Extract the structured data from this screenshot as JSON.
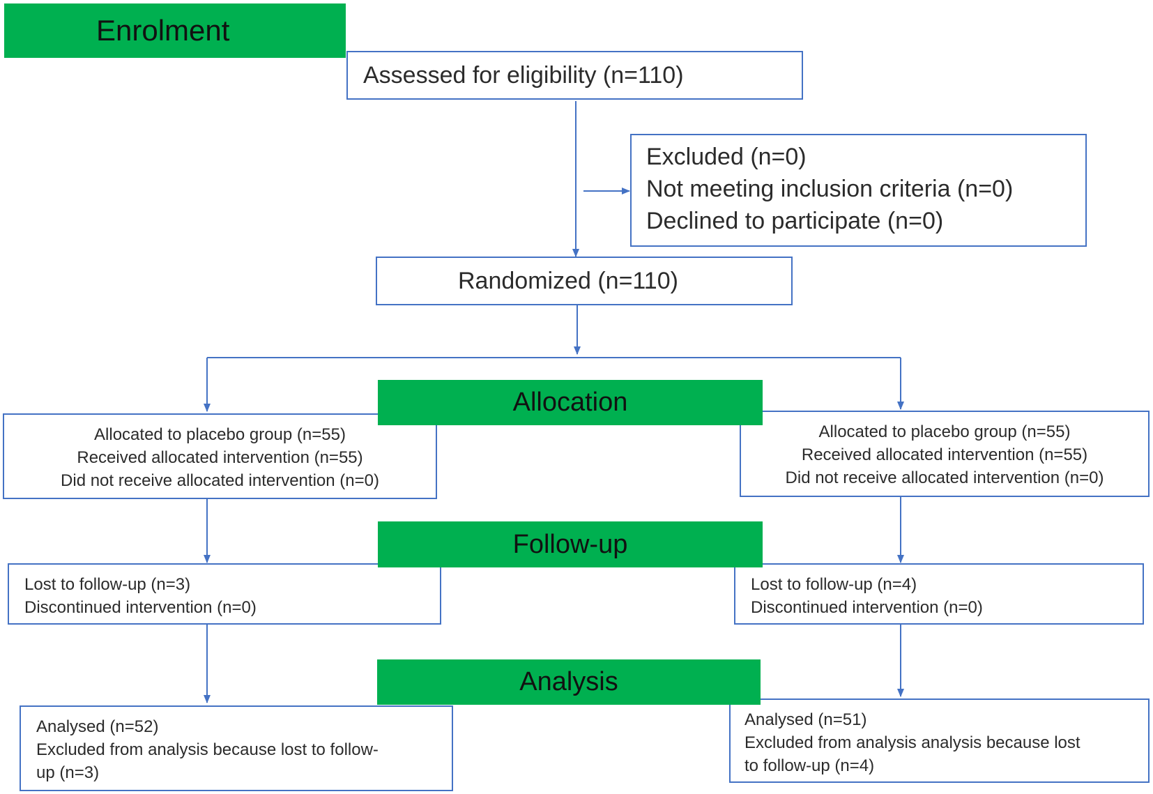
{
  "colors": {
    "band": "#00b050",
    "border": "#4472c4",
    "arrow": "#4472c4"
  },
  "stages": {
    "enrolment": "Enrolment",
    "allocation": "Allocation",
    "follow_up": "Follow-up",
    "analysis": "Analysis"
  },
  "assessed": "Assessed for eligibility (n=110)",
  "excluded": {
    "line1": "Excluded (n=0)",
    "line2": "Not meeting inclusion criteria (n=0)",
    "line3": "Declined to participate (n=0)"
  },
  "randomized": "Randomized (n=110)",
  "left": {
    "allocation": {
      "line1": "Allocated to placebo group (n=55)",
      "line2": "Received allocated intervention (n=55)",
      "line3": "Did not receive allocated intervention  (n=0)"
    },
    "follow_up": {
      "line1": "Lost to follow-up (n=3)",
      "line2": "Discontinued intervention (n=0)"
    },
    "analysis": {
      "line1": "Analysed (n=52)",
      "line2": "Excluded from analysis because lost to follow-",
      "line3": "up  (n=3)"
    }
  },
  "right": {
    "allocation": {
      "line1": "Allocated to placebo group (n=55)",
      "line2": "Received allocated intervention (n=55)",
      "line3": "Did not receive allocated intervention  (n=0)"
    },
    "follow_up": {
      "line1": "Lost to follow-up (n=4)",
      "line2": "Discontinued intervention (n=0)"
    },
    "analysis": {
      "line1": "Analysed (n=51)",
      "line2": "Excluded from analysis analysis because lost",
      "line3": "to follow-up (n=4)"
    }
  }
}
